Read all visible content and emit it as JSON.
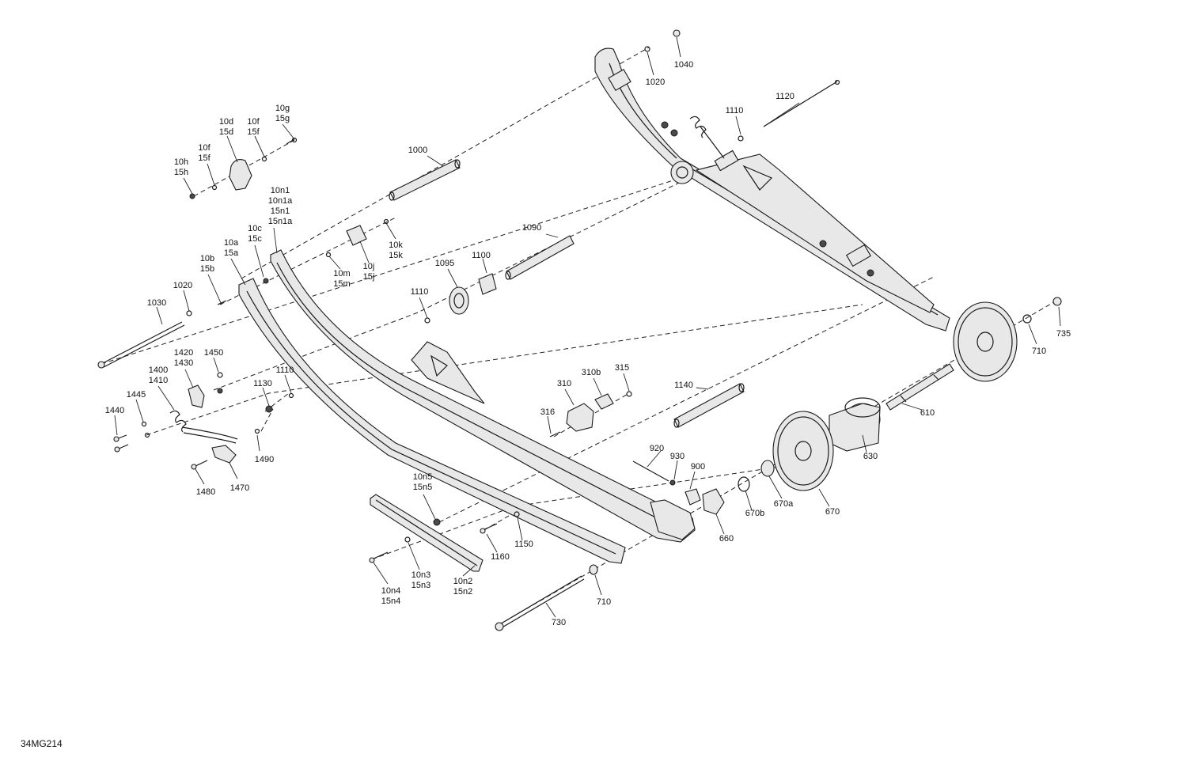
{
  "diagram_code": "34MG214",
  "callouts": [
    {
      "id": "c1040",
      "lines": [
        "1040"
      ]
    },
    {
      "id": "c1020a",
      "lines": [
        "1020"
      ]
    },
    {
      "id": "c1120",
      "lines": [
        "1120"
      ]
    },
    {
      "id": "c1110a",
      "lines": [
        "1110"
      ]
    },
    {
      "id": "c10g",
      "lines": [
        "10g",
        "15g"
      ]
    },
    {
      "id": "c10d",
      "lines": [
        "10d",
        "15d"
      ]
    },
    {
      "id": "c10f_top",
      "lines": [
        "10f",
        "15f"
      ]
    },
    {
      "id": "c10f_left",
      "lines": [
        "10f",
        "15f"
      ]
    },
    {
      "id": "c10h",
      "lines": [
        "10h",
        "15h"
      ]
    },
    {
      "id": "c1000",
      "lines": [
        "1000"
      ]
    },
    {
      "id": "c10n1",
      "lines": [
        "10n1",
        "10n1a",
        "15n1",
        "15n1a"
      ]
    },
    {
      "id": "c10c",
      "lines": [
        "10c",
        "15c"
      ]
    },
    {
      "id": "c10a",
      "lines": [
        "10a",
        "15a"
      ]
    },
    {
      "id": "c10b",
      "lines": [
        "10b",
        "15b"
      ]
    },
    {
      "id": "c10k",
      "lines": [
        "10k",
        "15k"
      ]
    },
    {
      "id": "c10j",
      "lines": [
        "10j",
        "15j"
      ]
    },
    {
      "id": "c10m",
      "lines": [
        "10m",
        "15m"
      ]
    },
    {
      "id": "c1090",
      "lines": [
        "1090"
      ]
    },
    {
      "id": "c1095",
      "lines": [
        "1095"
      ]
    },
    {
      "id": "c1100",
      "lines": [
        "1100"
      ]
    },
    {
      "id": "c1110b",
      "lines": [
        "1110"
      ]
    },
    {
      "id": "c1020b",
      "lines": [
        "1020"
      ]
    },
    {
      "id": "c1030",
      "lines": [
        "1030"
      ]
    },
    {
      "id": "c1420",
      "lines": [
        "1420",
        "1430"
      ]
    },
    {
      "id": "c1450",
      "lines": [
        "1450"
      ]
    },
    {
      "id": "c1400",
      "lines": [
        "1400",
        "1410"
      ]
    },
    {
      "id": "c1110c",
      "lines": [
        "1110"
      ]
    },
    {
      "id": "c1130",
      "lines": [
        "1130"
      ]
    },
    {
      "id": "c1445",
      "lines": [
        "1445"
      ]
    },
    {
      "id": "c1440",
      "lines": [
        "1440"
      ]
    },
    {
      "id": "c1490",
      "lines": [
        "1490"
      ]
    },
    {
      "id": "c1480",
      "lines": [
        "1480"
      ]
    },
    {
      "id": "c1470",
      "lines": [
        "1470"
      ]
    },
    {
      "id": "c310b",
      "lines": [
        "310b"
      ]
    },
    {
      "id": "c315",
      "lines": [
        "315"
      ]
    },
    {
      "id": "c310",
      "lines": [
        "310"
      ]
    },
    {
      "id": "c316",
      "lines": [
        "316"
      ]
    },
    {
      "id": "c1140",
      "lines": [
        "1140"
      ]
    },
    {
      "id": "c710a",
      "lines": [
        "710"
      ]
    },
    {
      "id": "c735",
      "lines": [
        "735"
      ]
    },
    {
      "id": "c610",
      "lines": [
        "610"
      ]
    },
    {
      "id": "c630",
      "lines": [
        "630"
      ]
    },
    {
      "id": "c920",
      "lines": [
        "920"
      ]
    },
    {
      "id": "c930",
      "lines": [
        "930"
      ]
    },
    {
      "id": "c900",
      "lines": [
        "900"
      ]
    },
    {
      "id": "c670b",
      "lines": [
        "670b"
      ]
    },
    {
      "id": "c670a",
      "lines": [
        "670a"
      ]
    },
    {
      "id": "c670",
      "lines": [
        "670"
      ]
    },
    {
      "id": "c660",
      "lines": [
        "660"
      ]
    },
    {
      "id": "c10n5",
      "lines": [
        "10n5",
        "15n5"
      ]
    },
    {
      "id": "c1150",
      "lines": [
        "1150"
      ]
    },
    {
      "id": "c1160",
      "lines": [
        "1160"
      ]
    },
    {
      "id": "c10n3",
      "lines": [
        "10n3",
        "15n3"
      ]
    },
    {
      "id": "c10n4",
      "lines": [
        "10n4",
        "15n4"
      ]
    },
    {
      "id": "c10n2",
      "lines": [
        "10n2",
        "15n2"
      ]
    },
    {
      "id": "c710b",
      "lines": [
        "710"
      ]
    },
    {
      "id": "c730",
      "lines": [
        "730"
      ]
    }
  ]
}
